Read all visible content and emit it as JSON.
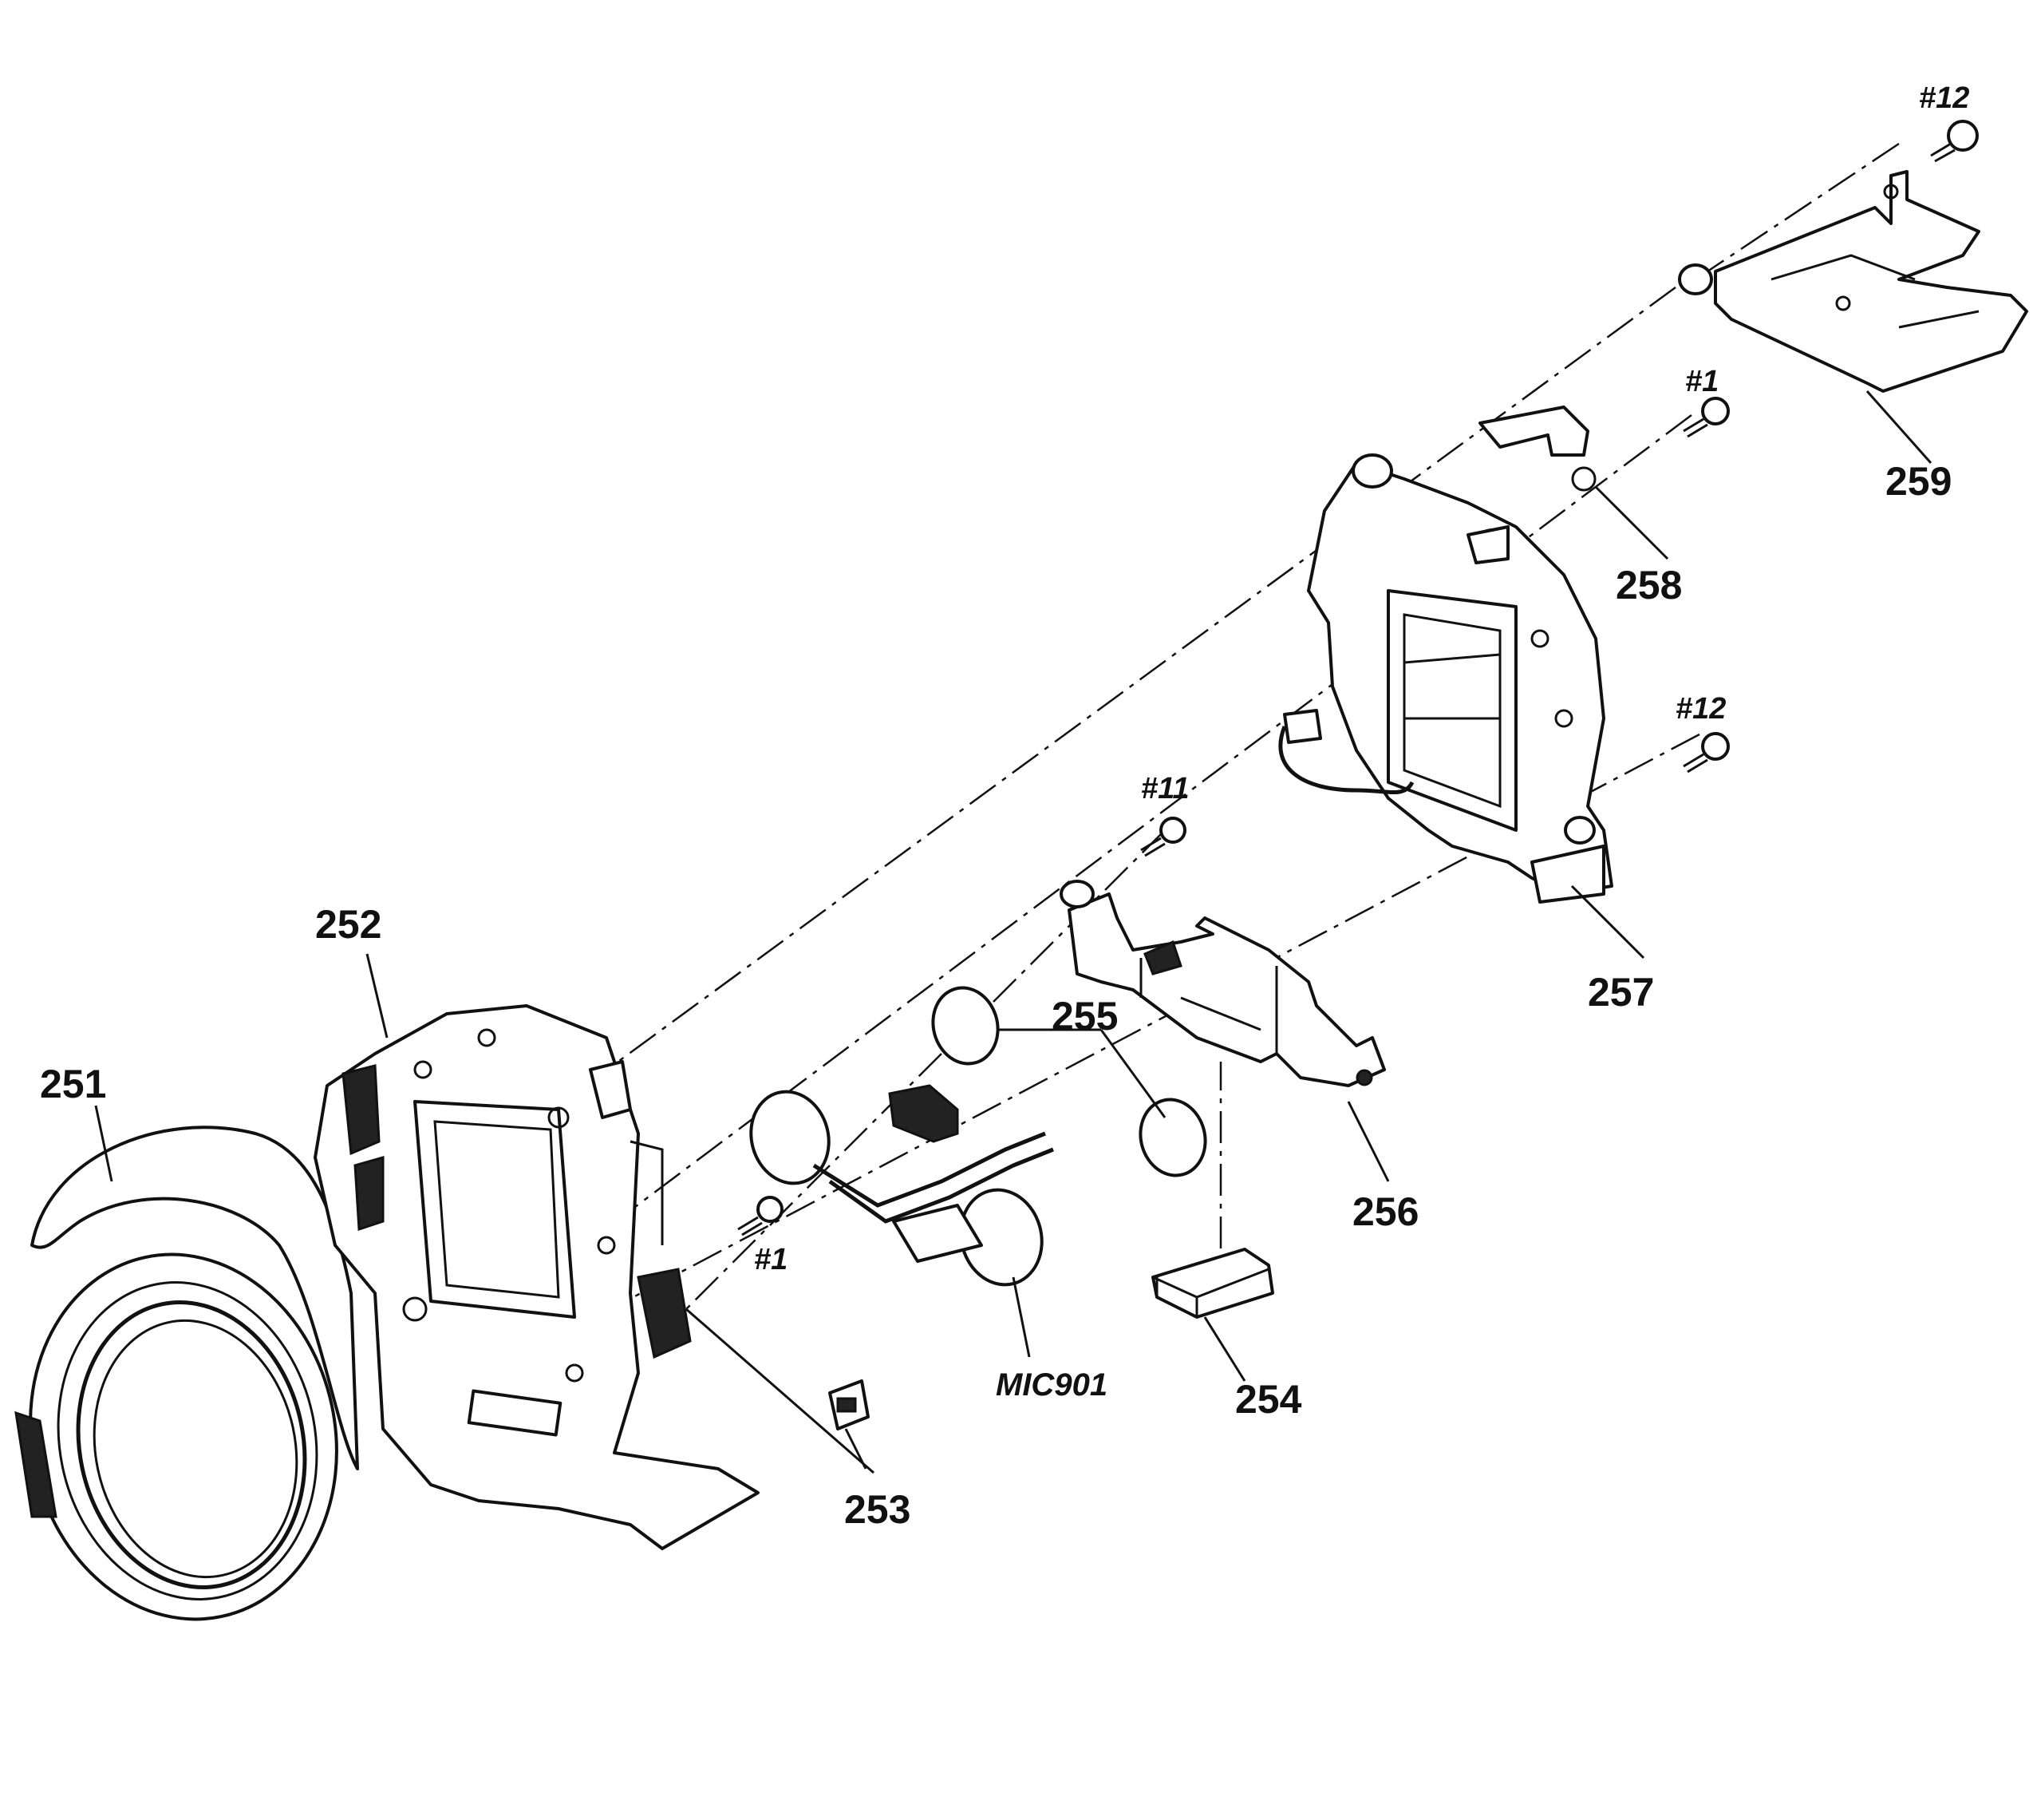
{
  "labels": {
    "p251": "251",
    "p252": "252",
    "p253": "253",
    "p254": "254",
    "p255": "255",
    "p256": "256",
    "p257": "257",
    "p258": "258",
    "p259": "259",
    "mic": "MIC901"
  },
  "screws": {
    "s12_top": "#12",
    "s1_top": "#1",
    "s12_mid": "#12",
    "s11": "#11",
    "s1_left": "#1"
  }
}
